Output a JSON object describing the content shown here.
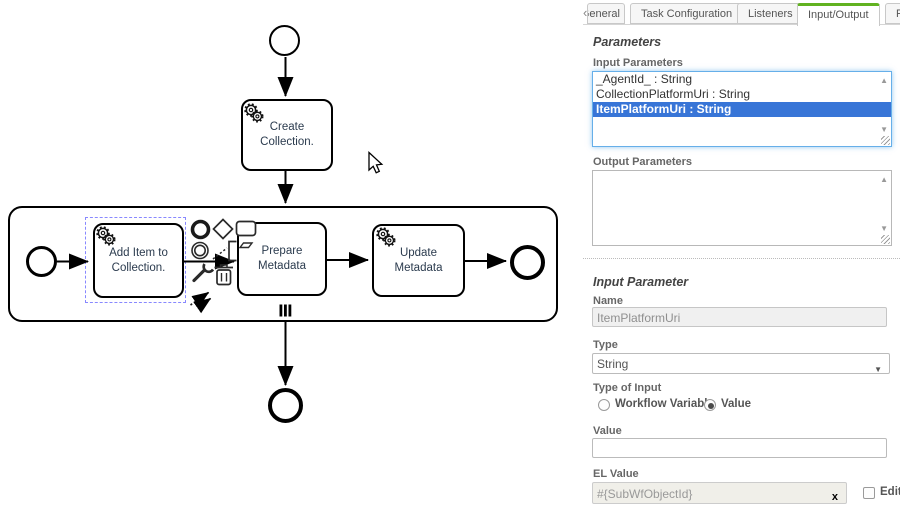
{
  "diagram": {
    "tasks": {
      "create": {
        "line1": "Create",
        "line2": "Collection."
      },
      "add_item": {
        "line1": "Add Item to",
        "line2": "Collection."
      },
      "prepare": {
        "line1": "Prepare",
        "line2": "Metadata"
      },
      "update": {
        "line1": "Update",
        "line2": "Metadata"
      }
    }
  },
  "panel": {
    "tabs": {
      "scroll_left": "‹",
      "general": "General",
      "task_configuration": "Task Configuration",
      "listeners": "Listeners",
      "input_output": "Input/Output",
      "partial": "F"
    },
    "parameters_heading": "Parameters",
    "input_parameters_label": "Input Parameters",
    "input_parameters": [
      "_AgentId_ : String",
      "CollectionPlatformUri : String",
      "ItemPlatformUri : String"
    ],
    "selected_input_parameter": "ItemPlatformUri : String",
    "output_parameters_label": "Output Parameters",
    "input_parameter_heading": "Input Parameter",
    "name_label": "Name",
    "name_value": "ItemPlatformUri",
    "type_label": "Type",
    "type_value": "String",
    "type_of_input_label": "Type of Input",
    "radio_workflow_variable_label": "Workflow Variable",
    "radio_value_label": "Value",
    "value_label": "Value",
    "value_value": "",
    "el_value_label": "EL Value",
    "el_value": "#{SubWfObjectId}",
    "edit_label": "Edit"
  },
  "icons": {
    "select_caret": "▼",
    "scrollbar_up": "▲",
    "scrollbar_down": "▼",
    "clear_x": "x"
  },
  "colors": {
    "active_tab_green": "#61b220",
    "list_selection_blue": "#3875d7",
    "diagram_label_navy": "#2b3b4e",
    "selection_dash_blue": "#8888ff"
  }
}
